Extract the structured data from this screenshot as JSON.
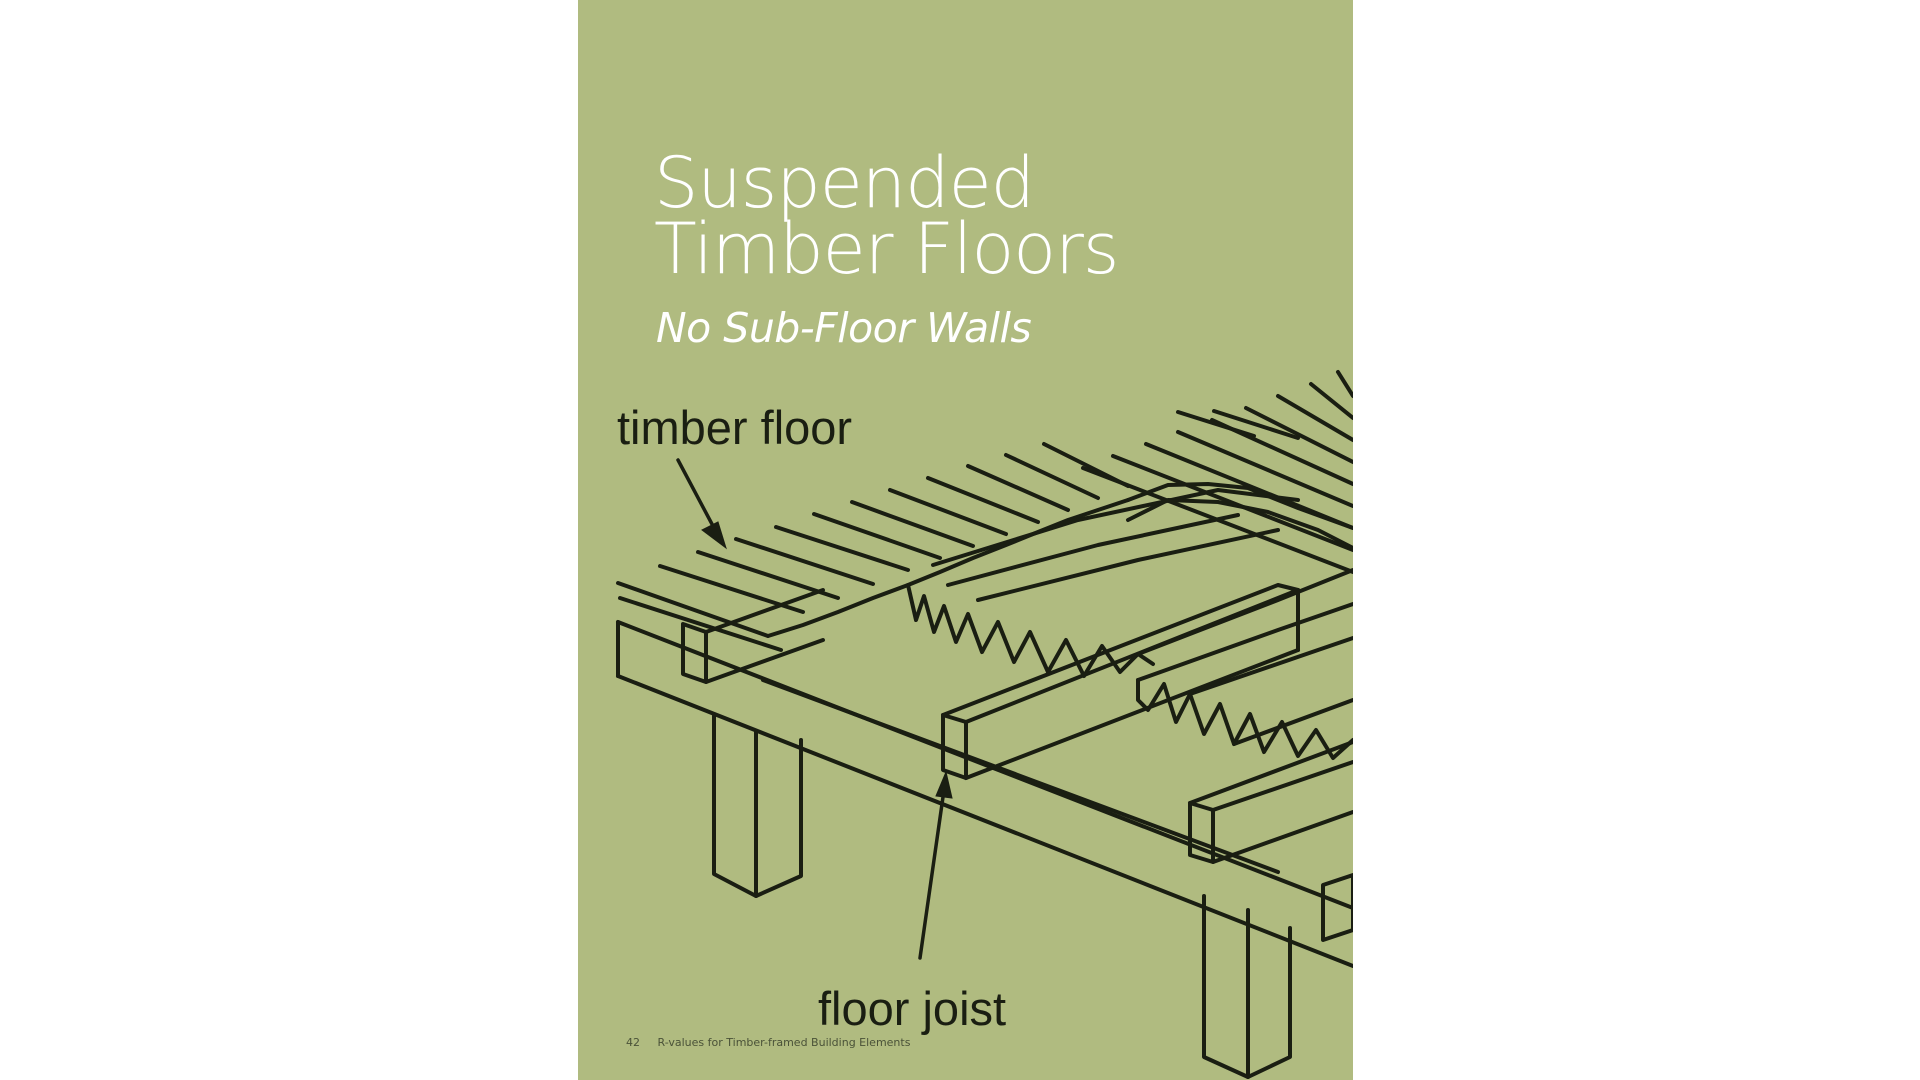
{
  "page": {
    "background_color": "#b0bb80",
    "line_color": "#1a1e12",
    "title_color": "#ffffff"
  },
  "title": {
    "line1": "Suspended",
    "line2": "Timber Floors",
    "subtitle": "No Sub-Floor Walls"
  },
  "callouts": {
    "timber_floor": "timber floor",
    "floor_joist": "floor joist"
  },
  "footer": {
    "page_number": "42",
    "publication": "R-values for Timber-framed Building Elements"
  }
}
